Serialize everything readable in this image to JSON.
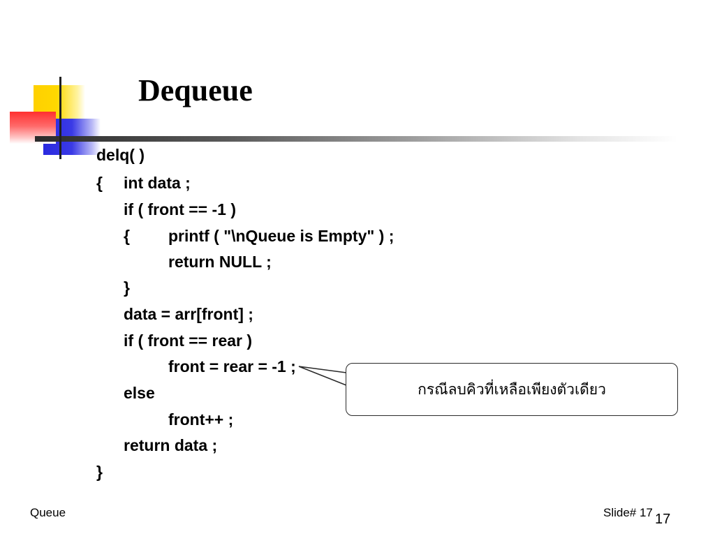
{
  "slide": {
    "title": "Dequeue",
    "code_lines": [
      "delq( )",
      "{",
      "int data ;",
      "if ( front == -1 )",
      "{",
      "printf ( \"\\nQueue is Empty\" ) ;",
      "return NULL ;",
      "}",
      "data = arr[front] ;",
      "if ( front == rear )",
      "front = rear = -1 ;",
      "else",
      "front++ ;",
      "return data ;",
      "}"
    ],
    "callout_text": "กรณีลบคิวที่เหลือเพียงตัวเดียว"
  },
  "footer": {
    "left": "Queue",
    "right": "Slide# 17",
    "page_number": "17"
  }
}
